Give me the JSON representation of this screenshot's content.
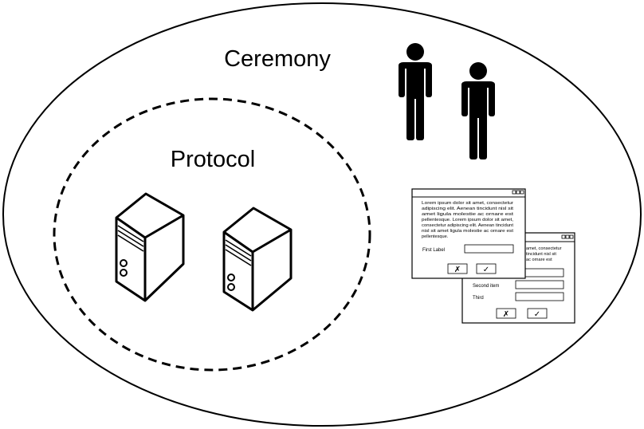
{
  "outer_label": "Ceremony",
  "inner_label": "Protocol",
  "people_icon": "person-icon",
  "server_icon": "server-icon",
  "dialog_front": {
    "text_lines": [
      "Lorem ipsum dolor sit amet, consectetur",
      "adipiscing elit. Aenean tincidunt nisl sit",
      "amet ligula molestie ac ornare est",
      "pellentesque. Lorem ipsum dolor sit amet,",
      "consectetur adipiscing elit. Aenean tincidunt",
      "nisl sit amet ligula molestie ac ornare est",
      "pellentesque."
    ],
    "field_label": "First Label",
    "cancel_symbol": "✗",
    "ok_symbol": "✓"
  },
  "dialog_back": {
    "text_lines": [
      "amet, consectetur",
      "tincidunt nisl sit",
      "ac ornare est"
    ],
    "field_labels": [
      "Second item",
      "Third"
    ],
    "cancel_symbol": "✗",
    "ok_symbol": "✓"
  }
}
